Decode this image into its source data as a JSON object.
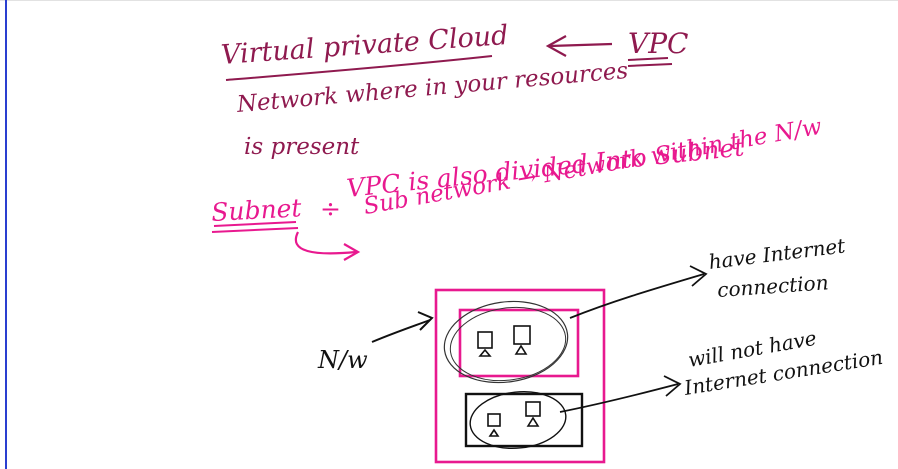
{
  "notes": {
    "title": "Virtual private Cloud",
    "title_abbrev": "VPC",
    "definition_line1": "Network where in your resources",
    "definition_line2": "is present",
    "subnet_term": "Subnet",
    "subnet_separator": "÷",
    "subnet_def": "VPC is also divided Into Subnet",
    "subnet_expansion": "Sub network → Network within the N/w",
    "nw_label": "N/w",
    "have_internet_line1": "have Internet",
    "have_internet_line2": "connection",
    "no_internet_line1": "will not have",
    "no_internet_line2": "Internet connection"
  },
  "colors": {
    "maroon_ink": "#8f1a4f",
    "pink_ink": "#e8198f",
    "black_ink": "#111111",
    "margin_line": "#2a3fd0"
  }
}
